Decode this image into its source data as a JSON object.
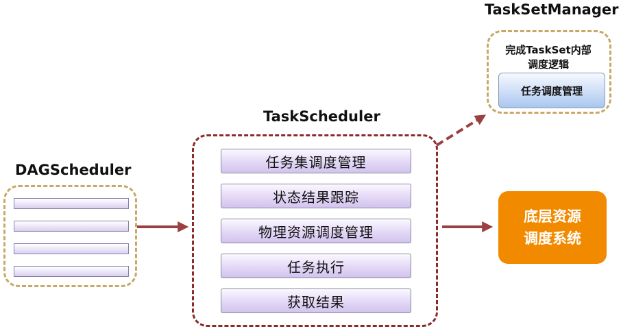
{
  "dag": {
    "title": "DAGScheduler",
    "bar_count": 4
  },
  "task_scheduler": {
    "title": "TaskScheduler",
    "items": [
      "任务集调度管理",
      "状态结果跟踪",
      "物理资源调度管理",
      "任务执行",
      "获取结果"
    ]
  },
  "taskset_manager": {
    "title": "TaskSetManager",
    "caption_line1": "完成TaskSet内部",
    "caption_line2": "调度逻辑",
    "inner_label": "任务调度管理"
  },
  "resource_system": {
    "line1": "底层资源",
    "line2": "调度系统"
  },
  "colors": {
    "tan_border": "#c8a868",
    "red_border": "#8b2a2a",
    "arrow": "#9b4040",
    "orange": "#f28a00",
    "item_fill": "#e3d8f6",
    "tsm_inner_fill": "#c9dbf5"
  }
}
